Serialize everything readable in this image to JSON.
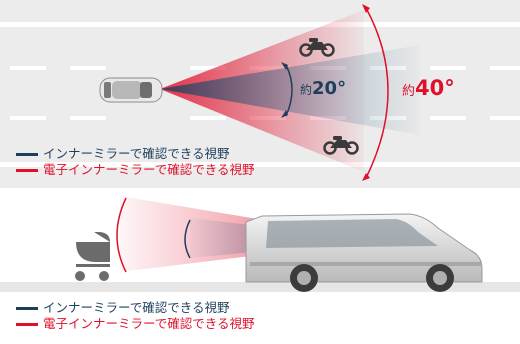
{
  "colors": {
    "inner_mirror": "#1e3f5c",
    "digital_mirror": "#e0102b",
    "road": "#ececec",
    "lane_marking": "#ffffff"
  },
  "top_panel": {
    "small_angle": {
      "prefix": "約",
      "value": "20°"
    },
    "large_angle": {
      "prefix": "約",
      "value": "40°"
    },
    "legend": [
      {
        "text": "インナーミラーで確認できる視野",
        "color_key": "inner_mirror"
      },
      {
        "text": "電子インナーミラーで確認できる視野",
        "color_key": "digital_mirror"
      }
    ],
    "icons": [
      "car-topview-icon",
      "motorcycle-icon",
      "motorcycle-icon"
    ]
  },
  "bottom_panel": {
    "legend": [
      {
        "text": "インナーミラーで確認できる視野",
        "color_key": "inner_mirror"
      },
      {
        "text": "電子インナーミラーで確認できる視野",
        "color_key": "digital_mirror"
      }
    ],
    "icons": [
      "stroller-icon",
      "minivan-icon"
    ]
  }
}
